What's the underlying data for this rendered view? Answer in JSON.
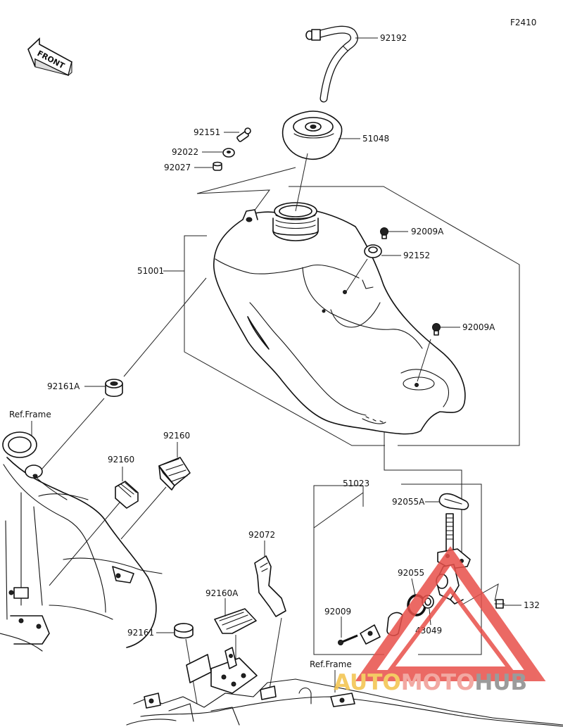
{
  "diagram_code": "F2410",
  "front_label": "FRONT",
  "labels": {
    "p92192": "92192",
    "p51048": "51048",
    "p92151": "92151",
    "p92022": "92022",
    "p92027": "92027",
    "p51001": "51001",
    "p92009A_top": "92009A",
    "p92152": "92152",
    "p92009A_mid": "92009A",
    "p92161A": "92161A",
    "ref_frame_left": "Ref.Frame",
    "p92160_right": "92160",
    "p92160_left": "92160",
    "p51023": "51023",
    "p92055A": "92055A",
    "p92072": "92072",
    "p92055": "92055",
    "p92160A": "92160A",
    "p92009": "92009",
    "p43049": "43049",
    "p132": "132",
    "p92161": "92161",
    "ref_frame_bottom": "Ref.Frame"
  },
  "watermark": {
    "part1": "AUTO",
    "part2": "MOTO",
    "part3": "HUB",
    "colors": {
      "auto": "#f3c24a",
      "moto": "#f09a92",
      "hub": "#8a8a8a",
      "triangle": "#e8504a"
    }
  }
}
